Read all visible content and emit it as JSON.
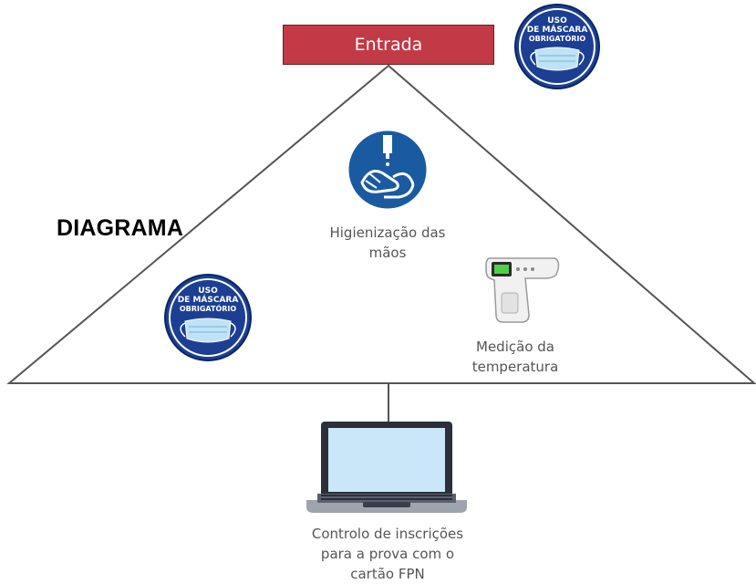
{
  "entrance": {
    "label": "Entrada"
  },
  "heading": "DIAGRAMA",
  "mask_badge": {
    "line1": "USO",
    "line2": "DE MÁSCARA",
    "line3": "OBRIGATÓRIO"
  },
  "captions": {
    "hand_line1": "Higienização das",
    "hand_line2": "mãos",
    "temp_line1": "Medição da",
    "temp_line2": "temperatura",
    "laptop_line1": "Controlo de inscrições",
    "laptop_line2": "para a prova com o",
    "laptop_line3": "cartão FPN"
  },
  "icons": {
    "mask_badge": "mask-required-icon",
    "hand": "hand-sanitizer-icon",
    "thermometer": "infrared-thermometer-icon",
    "laptop": "laptop-icon"
  },
  "colors": {
    "entrance_fill": "#c23a45",
    "badge_blue": "#1c3f94",
    "hand_blue": "#1a5aa0",
    "line": "#555555",
    "screen": "#c9e7f8"
  }
}
